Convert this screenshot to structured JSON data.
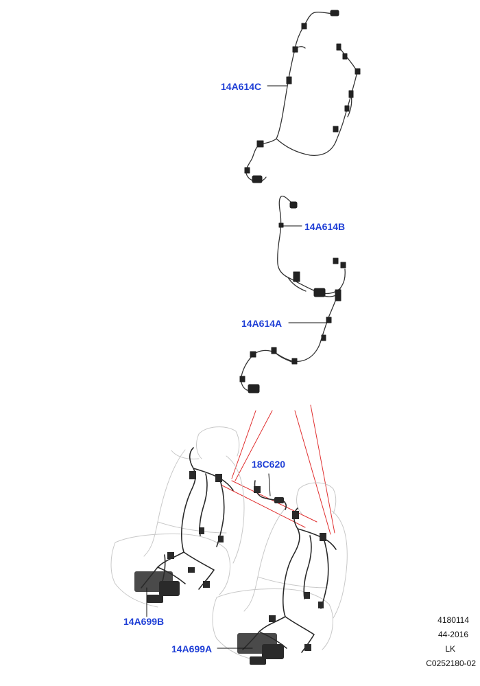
{
  "callouts": {
    "c14A614C": "14A614C",
    "c14A614B": "14A614B",
    "c14A614A": "14A614A",
    "c18C620": "18C620",
    "c14A699B": "14A699B",
    "c14A699A": "14A699A"
  },
  "meta": {
    "line1": "4180114",
    "line2": "44-2016",
    "line3": "LK",
    "line4": "C0252180-02"
  },
  "colors": {
    "callout_text": "#1f3fd6",
    "harness": "#333333",
    "seat_outline": "#c8c8c8",
    "leader_red": "#e03030"
  }
}
